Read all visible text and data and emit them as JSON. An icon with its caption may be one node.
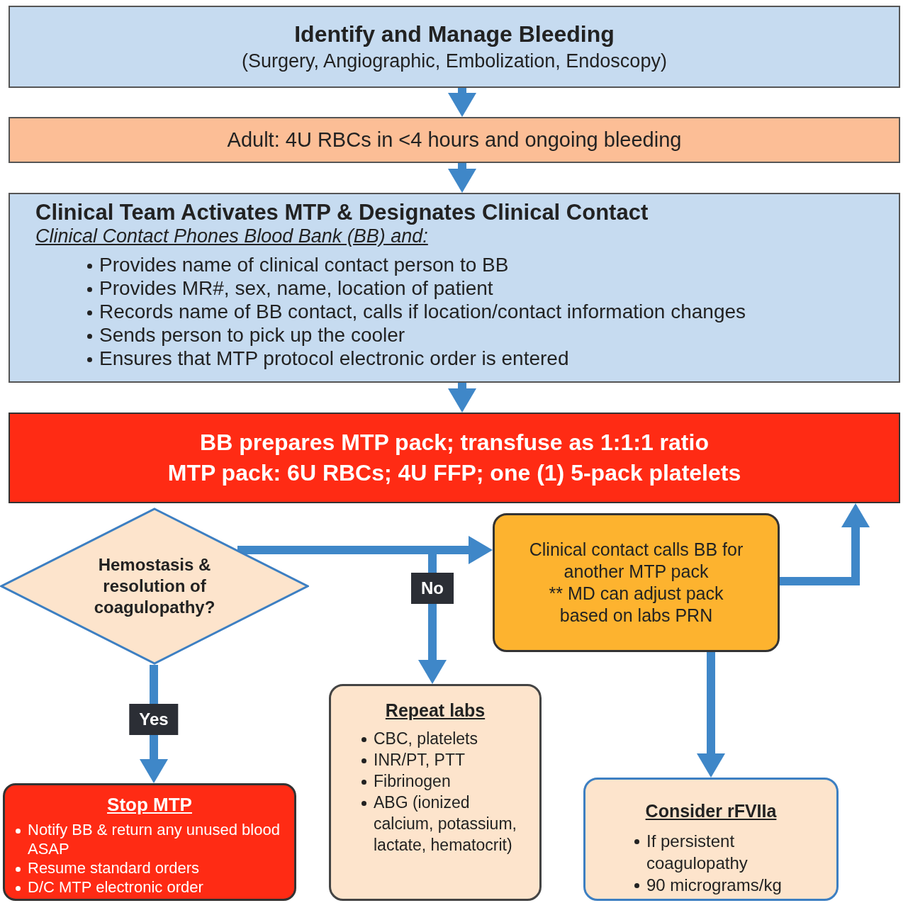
{
  "diagram": {
    "nodes": [
      {
        "text": [
          "Identify and Manage Bleeding",
          "(Surgery, Angiographic, Embolization, Endoscopy)"
        ]
      },
      {
        "text": [
          "Adult: 4U RBCs in <4 hours and ongoing bleeding"
        ]
      },
      {
        "text": [
          "Clinical Team Activates MTP & Designates Clinical Contact",
          "Clinical Contact Phones Blood Bank (BB) and:",
          "Provides name of clinical contact person to BB",
          "Provides MR#, sex, name, location of patient",
          "Records name of BB contact, calls if location/contact information changes",
          "Sends person to pick up the cooler",
          "Ensures that MTP protocol electronic order is entered"
        ]
      },
      {
        "text": [
          "BB prepares MTP pack; transfuse as 1:1:1 ratio",
          "MTP pack: 6U RBCs; 4U FFP; one (1) 5-pack platelets"
        ]
      },
      {
        "text": [
          "Hemostasis & resolution of coagulopathy?"
        ]
      },
      {
        "text": [
          "Stop MTP",
          "Notify BB & return any unused blood ASAP",
          "Resume standard orders",
          "D/C MTP electronic order"
        ]
      },
      {
        "text": [
          "Clinical contact calls BB for another MTP pack",
          "** MD can adjust pack based on labs PRN"
        ]
      },
      {
        "text": [
          "Repeat labs",
          "CBC, platelets",
          "INR/PT, PTT",
          "Fibrinogen",
          "ABG (ionized calcium, potassium, lactate, hematocrit)"
        ]
      },
      {
        "text": [
          "Consider rFVIIa",
          "If persistent coagulopathy",
          "90 micrograms/kg"
        ]
      }
    ],
    "edges": [
      {
        "from": 0,
        "to": 1,
        "arrow": "to"
      },
      {
        "from": 1,
        "to": 2,
        "arrow": "to"
      },
      {
        "from": 2,
        "to": 3,
        "arrow": "to"
      },
      {
        "from": 4,
        "to": 5,
        "arrow": "to",
        "label": "Yes"
      },
      {
        "from": 4,
        "to": 6,
        "arrow": "to"
      },
      {
        "from": 4,
        "to": 7,
        "arrow": "to",
        "label": "No"
      },
      {
        "from": 6,
        "to": 3,
        "arrow": "to"
      },
      {
        "from": 6,
        "to": 8,
        "arrow": "to"
      }
    ]
  }
}
